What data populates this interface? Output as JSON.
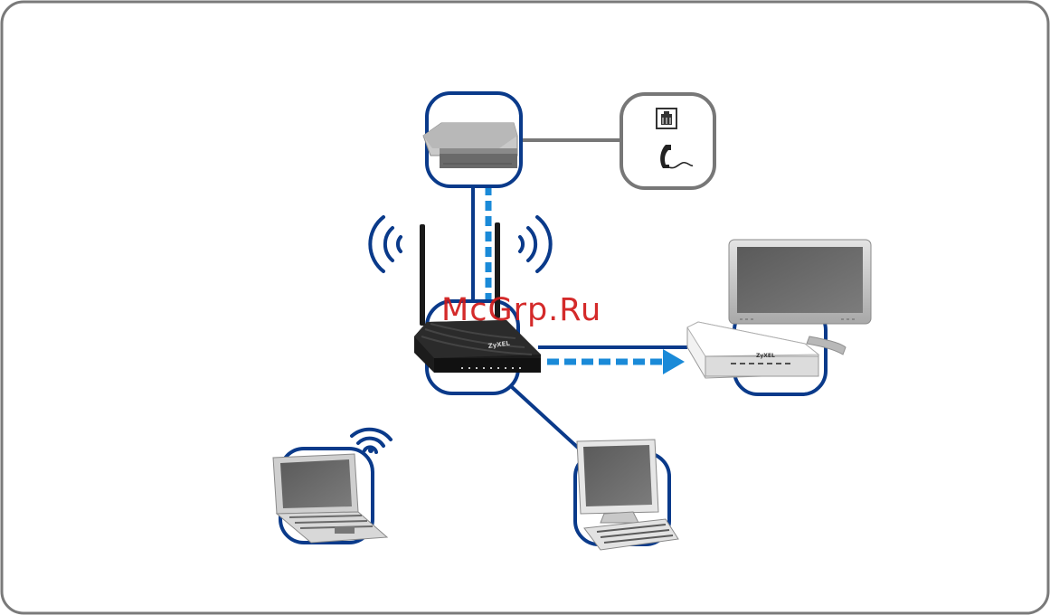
{
  "watermark": {
    "text": "McGrp.Ru",
    "color": "#d01818"
  },
  "brand": {
    "router_logo": "ZyXEL",
    "stb_logo": "ZyXEL"
  },
  "nodes": [
    {
      "id": "dsl-modem",
      "icon": "modem-icon"
    },
    {
      "id": "phone-jack",
      "icon": "phone-jack-icon"
    },
    {
      "id": "wireless-router",
      "icon": "router-icon"
    },
    {
      "id": "set-top-box-tv",
      "icon": "tv-icon"
    },
    {
      "id": "wireless-laptop",
      "icon": "laptop-icon"
    },
    {
      "id": "desktop-pc",
      "icon": "desktop-computer-icon"
    }
  ],
  "links": [
    {
      "from": "dsl-modem",
      "to": "phone-jack",
      "type": "telephone-line"
    },
    {
      "from": "dsl-modem",
      "to": "wireless-router",
      "type": "ethernet+data-flow"
    },
    {
      "from": "wireless-router",
      "to": "set-top-box-tv",
      "type": "ethernet+data-flow"
    },
    {
      "from": "wireless-router",
      "to": "desktop-pc",
      "type": "ethernet"
    },
    {
      "from": "wireless-router",
      "to": "wireless-laptop",
      "type": "wifi"
    }
  ],
  "colors": {
    "frame_border": "#7a7a7a",
    "node_ring": "#0a3a8a",
    "phone_ring": "#777777",
    "data_flow": "#1a8ad8",
    "router_body": "#1a1a1a"
  }
}
